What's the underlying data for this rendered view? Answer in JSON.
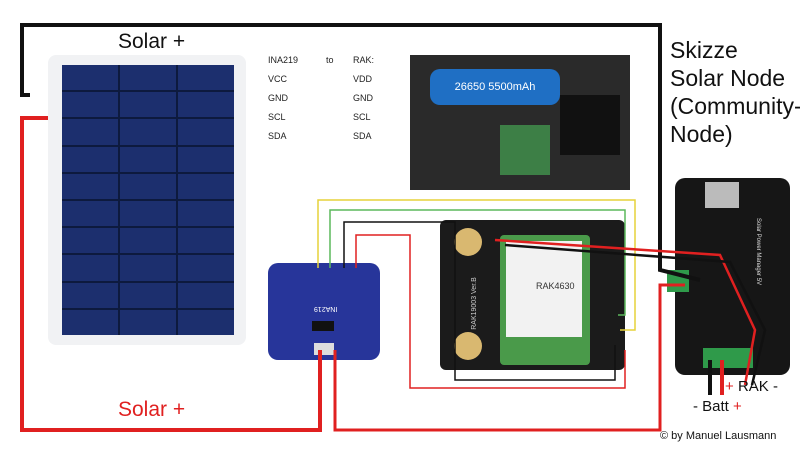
{
  "labels": {
    "solar_top": "Solar +",
    "solar_bottom": "Solar +",
    "title_lines": [
      "Skizze",
      "Solar Node",
      "(Community-",
      "Node)"
    ],
    "rak_label": "RAK -",
    "rak_plus": "+",
    "batt_label": "- Batt",
    "batt_plus": "+",
    "copyright": "© by Manuel Lausmann"
  },
  "pin_table": {
    "headers": [
      "INA219",
      "to",
      "RAK:"
    ],
    "rows": [
      [
        "VCC",
        "VDD"
      ],
      [
        "GND",
        "GND"
      ],
      [
        "SCL",
        "SCL"
      ],
      [
        "SDA",
        "SDA"
      ]
    ]
  },
  "components": {
    "ina_label": "INA219",
    "rak_base_label": "RAK19003 Ver.B",
    "rak_module_label": "RAK4630",
    "manager_label": "Solar Power Manager 5V",
    "battery_label": "26650 5500mAh"
  },
  "colors": {
    "wire_red": "#e02020",
    "wire_black": "#111111",
    "ina_blue": "#27359a",
    "panel_blue": "#1c2f6e"
  }
}
